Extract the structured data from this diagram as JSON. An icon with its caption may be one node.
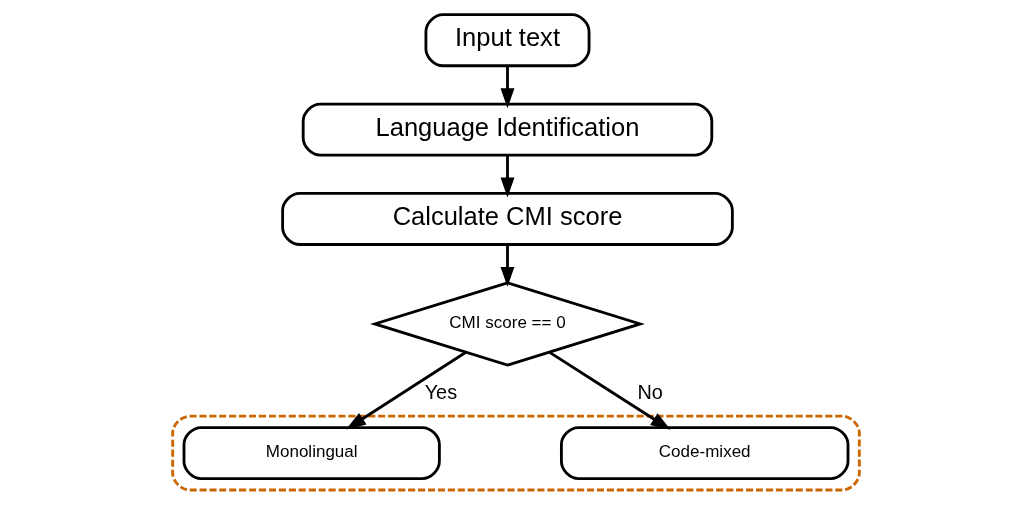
{
  "diagram": {
    "nodes": [
      {
        "text": [
          "Input text"
        ]
      },
      {
        "text": [
          "Language Identification"
        ]
      },
      {
        "text": [
          "Calculate CMI score"
        ]
      },
      {
        "text": [
          "CMI score == 0"
        ]
      },
      {
        "text": [],
        "shape": "box"
      },
      {
        "text": [
          "Monolingual"
        ],
        "in": 4
      },
      {
        "text": [
          "Code-mixed"
        ],
        "in": 4
      }
    ],
    "edges": [
      {
        "from": 0,
        "to": 1,
        "arrow": "to"
      },
      {
        "from": 1,
        "to": 2,
        "arrow": "to"
      },
      {
        "from": 2,
        "to": 3,
        "arrow": "to"
      },
      {
        "from": 3,
        "to": 5,
        "arrow": "to",
        "label": "Yes"
      },
      {
        "from": 3,
        "to": 6,
        "arrow": "to",
        "label": "No"
      }
    ]
  }
}
